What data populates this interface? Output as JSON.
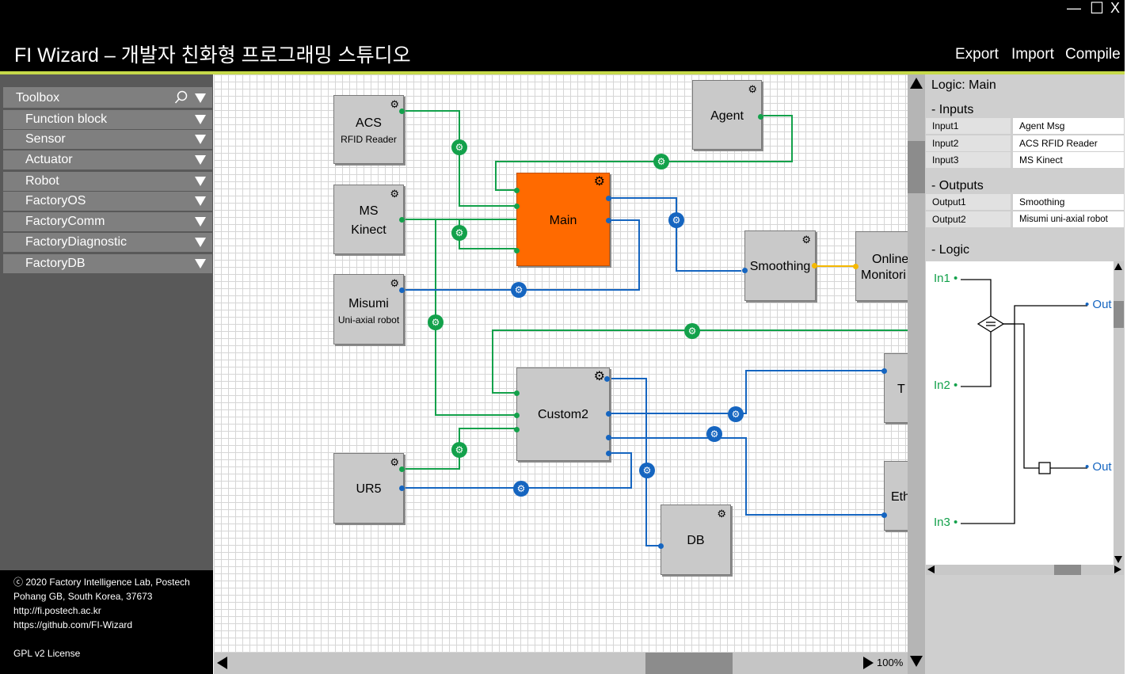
{
  "window": {
    "title": "FI Wizard – 개발자 친화형 프로그래밍 스튜디오",
    "minimize": "—",
    "maximize": "☐",
    "close": "X"
  },
  "header_buttons": {
    "export": "Export",
    "import": "Import",
    "compile": "Compile"
  },
  "toolbox": {
    "title": "Toolbox",
    "items": [
      {
        "label": "Function block"
      },
      {
        "label": "Sensor"
      },
      {
        "label": "Actuator"
      },
      {
        "label": "Robot"
      },
      {
        "label": "FactoryOS"
      },
      {
        "label": "FactoryComm"
      },
      {
        "label": "FactoryDiagnostic"
      },
      {
        "label": "FactoryDB"
      }
    ]
  },
  "footer": {
    "line1": "ⓒ 2020 Factory Intelligence Lab, Postech",
    "line2": "Pohang GB, South Korea, 37673",
    "line3": "http://fi.postech.ac.kr",
    "line4": "https://github.com/FI-Wizard",
    "license": "GPL v2 License"
  },
  "canvas": {
    "zoom": "100%",
    "blocks": {
      "acs": {
        "line1": "ACS",
        "line2": "RFID Reader"
      },
      "kinect": {
        "line1": "MS",
        "line2": "Kinect"
      },
      "misumi": {
        "line1": "Misumi",
        "line2": "Uni-axial robot"
      },
      "ur5": {
        "line1": "UR5"
      },
      "main": {
        "line1": "Main"
      },
      "agent": {
        "line1": "Agent"
      },
      "custom2": {
        "line1": "Custom2"
      },
      "db": {
        "line1": "DB"
      },
      "smoothing": {
        "line1": "Smoothing"
      },
      "online": {
        "line1": "Online",
        "line2": "Monitori"
      },
      "t_block": {
        "line1": "T"
      },
      "eth": {
        "line1": "Eth"
      }
    },
    "colors": {
      "main_block": "#ff6a00",
      "green_wire": "#13a14b",
      "blue_wire": "#1565c0",
      "yellow_wire": "#f5b800"
    }
  },
  "logic_panel": {
    "title": "Logic: Main",
    "inputs_header": "- Inputs",
    "inputs": [
      {
        "key": "Input1",
        "value": "Agent Msg"
      },
      {
        "key": "Input2",
        "value": "ACS RFID Reader"
      },
      {
        "key": "Input3",
        "value": "MS Kinect"
      }
    ],
    "outputs_header": "- Outputs",
    "outputs": [
      {
        "key": "Output1",
        "value": "Smoothing"
      },
      {
        "key": "Output2",
        "value": "Misumi uni-axial robot"
      }
    ],
    "logic_header": "- Logic",
    "diagram": {
      "in1": "In1 •",
      "in2": "In2 •",
      "in3": "In3 •",
      "out1": "• Out",
      "out2": "• Out",
      "equals": "="
    }
  }
}
